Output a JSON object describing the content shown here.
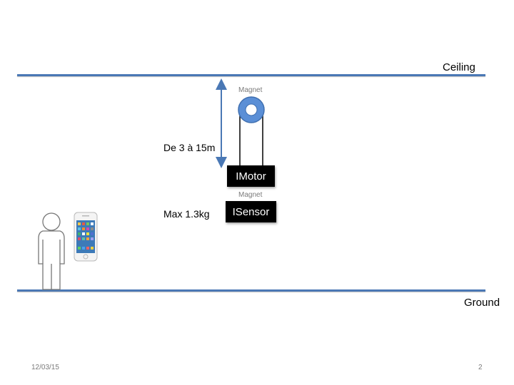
{
  "labels": {
    "ceiling": "Ceiling",
    "ground": "Ground",
    "height_range": "De 3 à 15m",
    "max_weight": "Max 1.3kg",
    "magnet_top": "Magnet",
    "magnet_bottom": "Magnet"
  },
  "boxes": {
    "motor": "IMotor",
    "sensor": "ISensor"
  },
  "footer": {
    "date": "12/03/15",
    "page_number": "2"
  },
  "colors": {
    "line": "#4a78b5",
    "pulley": "#5b8fd6",
    "box": "#000000"
  },
  "icons": [
    "person-icon",
    "smartphone-icon",
    "pulley-icon",
    "double-arrow-icon"
  ]
}
